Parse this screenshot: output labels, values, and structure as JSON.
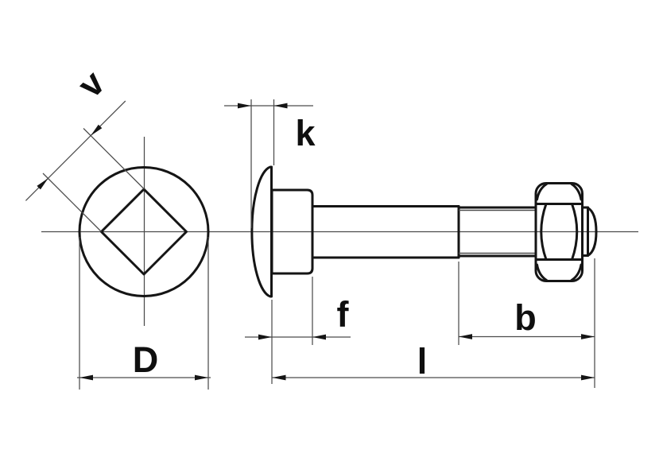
{
  "drawing": {
    "dimension_labels": {
      "v": "v",
      "k": "k",
      "f": "f",
      "D": "D",
      "b": "b",
      "l": "l"
    },
    "colors": {
      "background": "#ffffff",
      "outline": "#151515",
      "thin_line": "#4c4c4c",
      "label": "#0f0f0f"
    }
  }
}
